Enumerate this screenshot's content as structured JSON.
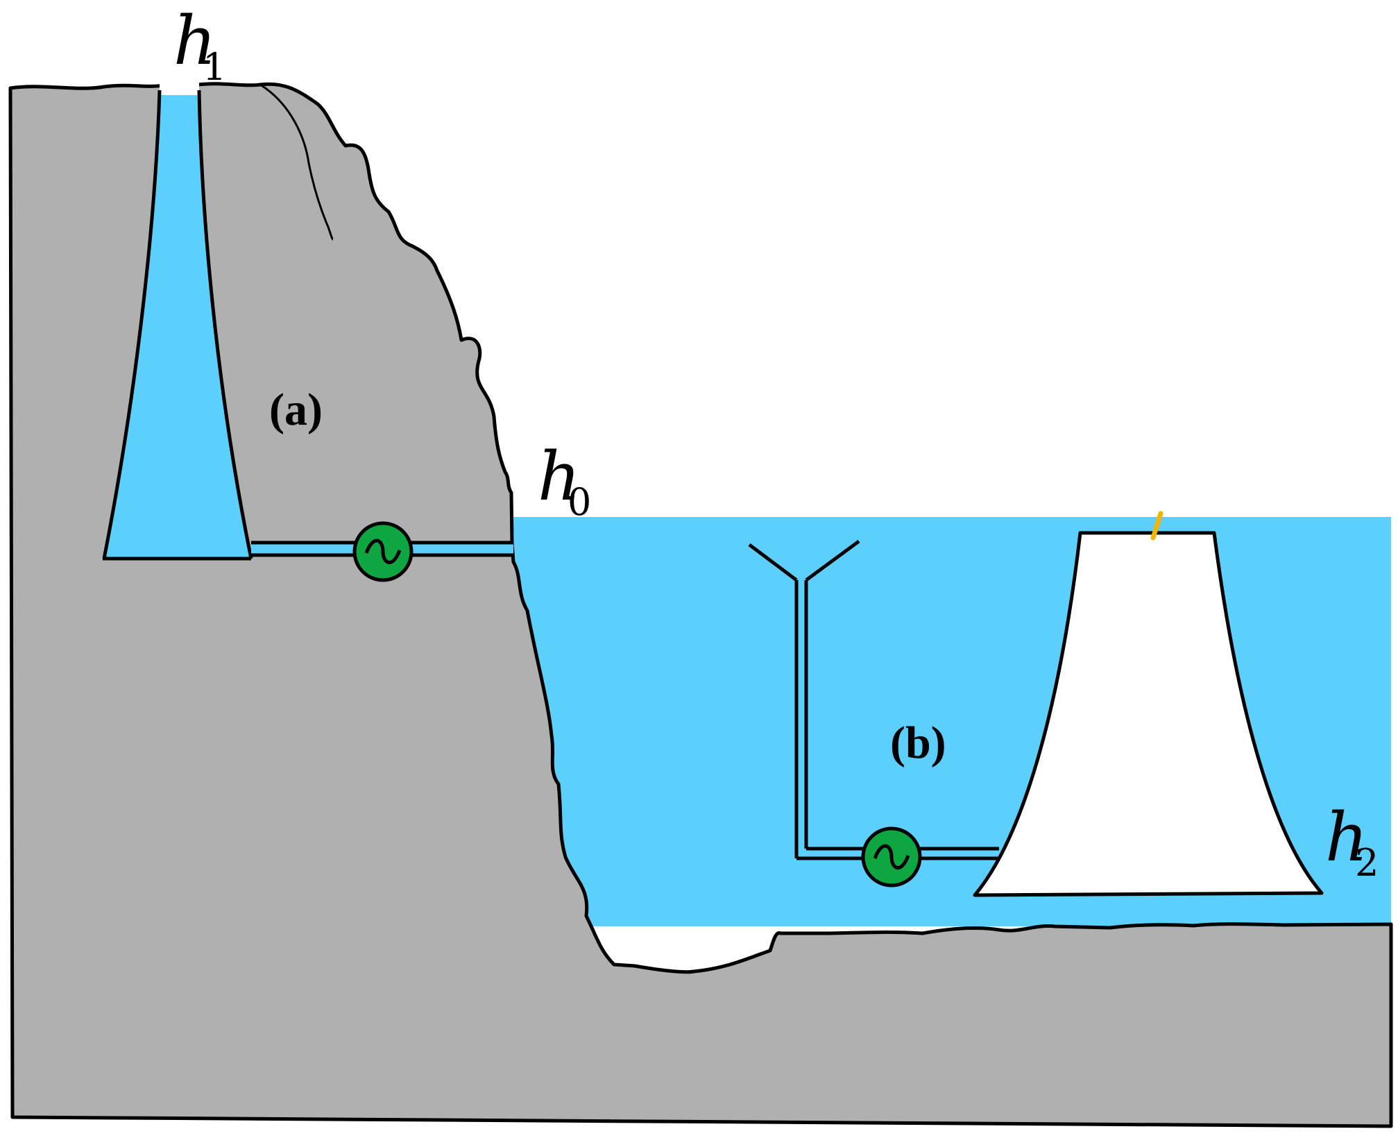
{
  "colors": {
    "rock": "#b0b0b0",
    "water": "#5dcffd",
    "generator": "#0ea641",
    "outline": "#000000",
    "marker": "#f2b600"
  },
  "labels": {
    "h1_main": "h",
    "h1_sub": "1",
    "h0_main": "h",
    "h0_sub": "0",
    "h2_main": "h",
    "h2_sub": "2",
    "panel_a": "(a)",
    "panel_b": "(b)"
  },
  "icons": {
    "generator_a": "generator-icon",
    "generator_b": "generator-icon"
  }
}
